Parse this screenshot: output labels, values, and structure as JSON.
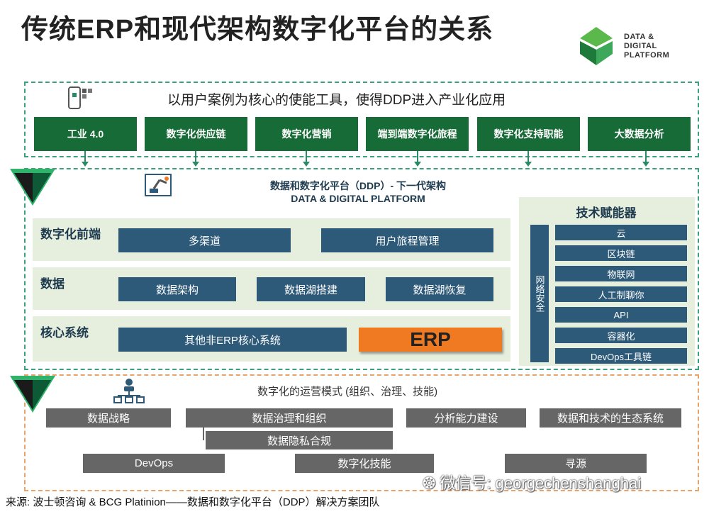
{
  "header": {
    "title": "传统ERP和现代架构数字化平台的关系",
    "logo_line1": "DATA &",
    "logo_line2": "DIGITAL",
    "logo_line3": "PLATFORM"
  },
  "use_cases": {
    "heading": "以用户案例为核心的使能工具，使得DDP进入产业化应用",
    "items": [
      "工业 4.0",
      "数字化供应链",
      "数字化营销",
      "端到端数字化旅程",
      "数字化支持职能",
      "大数据分析"
    ]
  },
  "platform": {
    "title_cn": "数据和数字化平台（DDP）- 下一代架构",
    "title_en": "DATA & DIGITAL PLATFORM",
    "rows": [
      {
        "label": "数字化前端",
        "items": [
          "多渠道",
          "用户旅程管理"
        ]
      },
      {
        "label": "数据",
        "items": [
          "数据架构",
          "数据湖搭建",
          "数据湖恢复"
        ]
      },
      {
        "label": "核心系统",
        "items": [
          "其他非ERP核心系统",
          "ERP"
        ]
      }
    ],
    "enablers": {
      "title": "技术赋能器",
      "security": "网络安全",
      "items": [
        "云",
        "区块链",
        "物联网",
        "人工制聊你",
        "API",
        "容器化",
        "DevOps工具链"
      ]
    }
  },
  "operations": {
    "heading": "数字化的运营模式 (组织、治理、技能)",
    "row1": [
      "数据战略",
      "数据治理和组织",
      "分析能力建设",
      "数据和技术的生态系统"
    ],
    "sub": "数据隐私合规",
    "row2": [
      "DevOps",
      "数字化技能",
      "寻源"
    ]
  },
  "watermark": "微信号: georgechenshanghai",
  "footer": "来源: 波士顿咨询 & BCG Platinion——数据和数字化平台（DDP）解决方案团队",
  "colors": {
    "green": "#176b36",
    "navy": "#2e5a7a",
    "erp_orange": "#f07a22",
    "gray": "#666666"
  }
}
